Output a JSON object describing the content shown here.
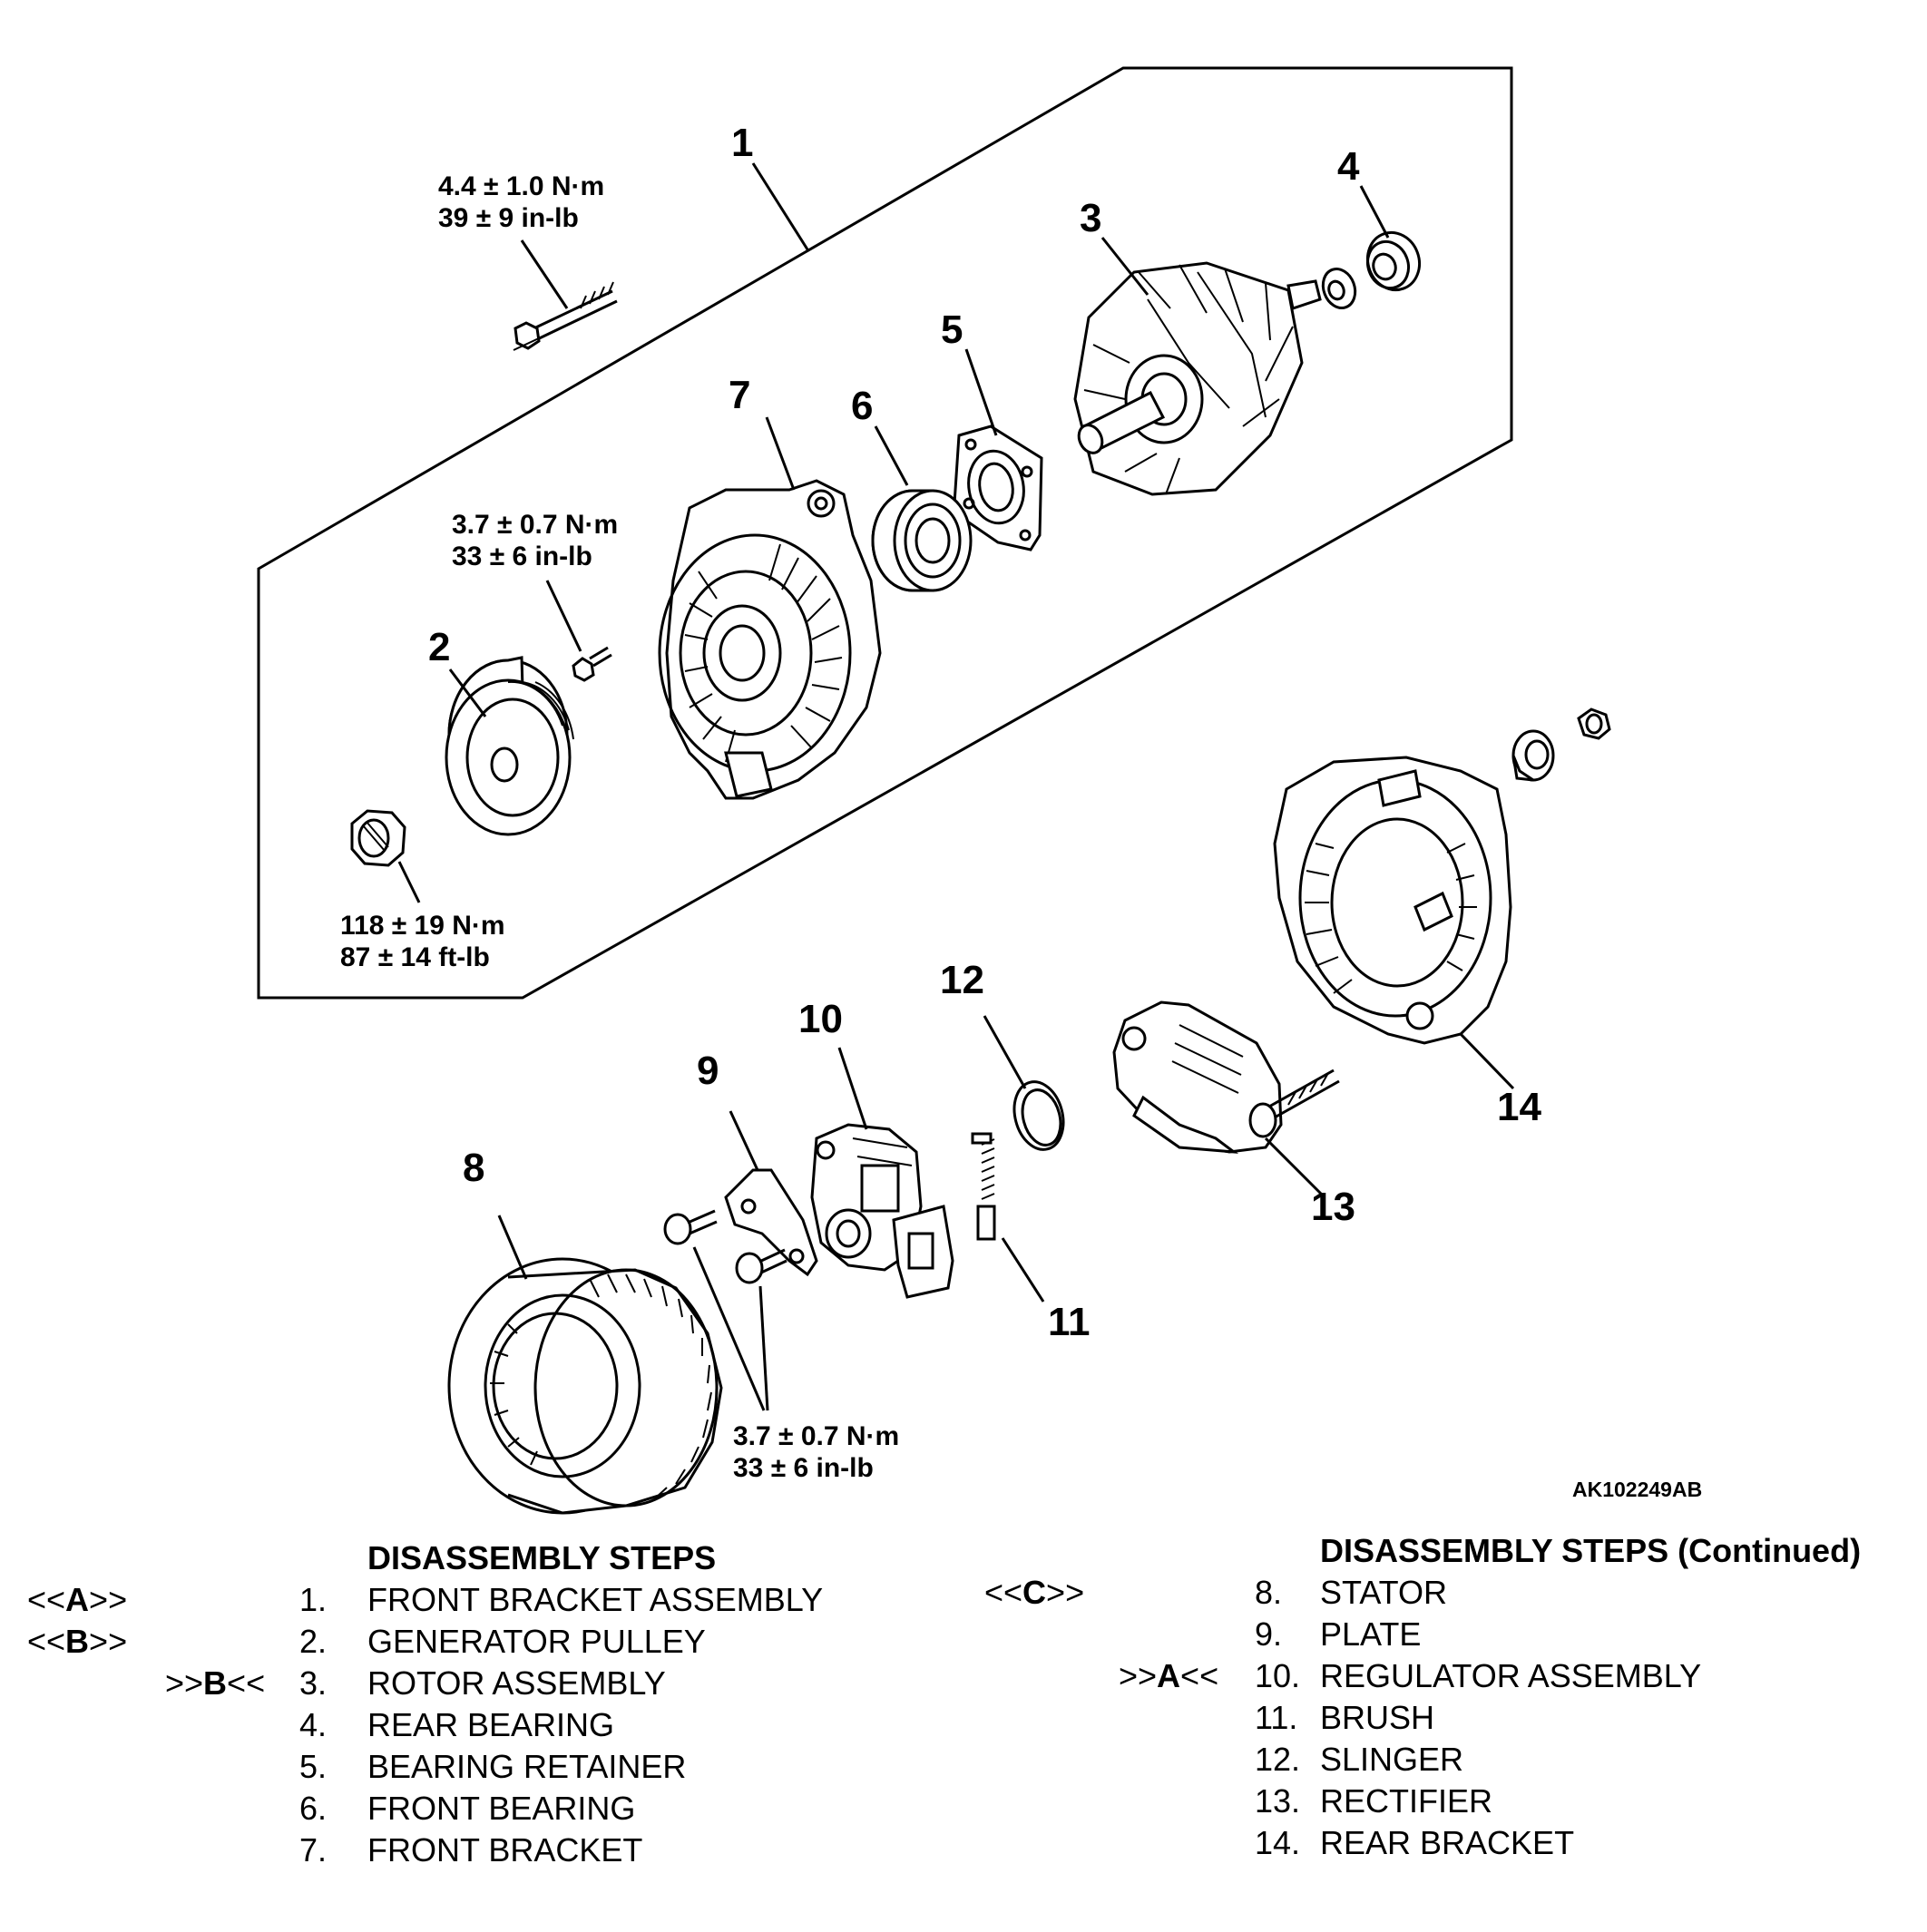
{
  "figure_id": "AK102249AB",
  "callouts": [
    "1",
    "2",
    "3",
    "4",
    "5",
    "6",
    "7",
    "8",
    "9",
    "10",
    "11",
    "12",
    "13",
    "14"
  ],
  "torques": {
    "bolt_front": [
      "4.4 ± 1.0  N·m",
      "39 ± 9 in-lb"
    ],
    "screw_front": [
      "3.7 ± 0.7 N·m",
      "33 ± 6 in-lb"
    ],
    "pulley_nut": [
      "118 ± 19 N·m",
      "87 ± 14 ft-lb"
    ],
    "regulator_screws": [
      "3.7 ± 0.7 N·m",
      "33 ± 6 in-lb"
    ]
  },
  "steps_left": {
    "heading": "DISASSEMBLY STEPS",
    "items": [
      {
        "pre": "<<",
        "letter": "A",
        "post": ">>",
        "code_pos": "far",
        "num": "1.",
        "name": "FRONT BRACKET ASSEMBLY"
      },
      {
        "pre": "<<",
        "letter": "B",
        "post": ">>",
        "code_pos": "far",
        "num": "2.",
        "name": "GENERATOR PULLEY"
      },
      {
        "pre": ">>",
        "letter": "B",
        "post": "<<",
        "code_pos": "near",
        "num": "3.",
        "name": "ROTOR ASSEMBLY"
      },
      {
        "pre": "",
        "letter": "",
        "post": "",
        "code_pos": "none",
        "num": "4.",
        "name": "REAR BEARING"
      },
      {
        "pre": "",
        "letter": "",
        "post": "",
        "code_pos": "none",
        "num": "5.",
        "name": "BEARING RETAINER"
      },
      {
        "pre": "",
        "letter": "",
        "post": "",
        "code_pos": "none",
        "num": "6.",
        "name": "FRONT BEARING"
      },
      {
        "pre": "",
        "letter": "",
        "post": "",
        "code_pos": "none",
        "num": "7.",
        "name": "FRONT BRACKET"
      }
    ]
  },
  "steps_right": {
    "heading": "DISASSEMBLY STEPS (Continued)",
    "items": [
      {
        "pre": "<<",
        "letter": "C",
        "post": ">>",
        "code_pos": "far",
        "num": "8.",
        "name": "STATOR"
      },
      {
        "pre": "",
        "letter": "",
        "post": "",
        "code_pos": "none",
        "num": "9.",
        "name": "PLATE"
      },
      {
        "pre": ">>",
        "letter": "A",
        "post": "<<",
        "code_pos": "near",
        "num": "10.",
        "name": "REGULATOR ASSEMBLY"
      },
      {
        "pre": "",
        "letter": "",
        "post": "",
        "code_pos": "none",
        "num": "11.",
        "name": "BRUSH"
      },
      {
        "pre": "",
        "letter": "",
        "post": "",
        "code_pos": "none",
        "num": "12.",
        "name": "SLINGER"
      },
      {
        "pre": "",
        "letter": "",
        "post": "",
        "code_pos": "none",
        "num": "13.",
        "name": "RECTIFIER"
      },
      {
        "pre": "",
        "letter": "",
        "post": "",
        "code_pos": "none",
        "num": "14.",
        "name": "REAR BRACKET"
      }
    ]
  }
}
